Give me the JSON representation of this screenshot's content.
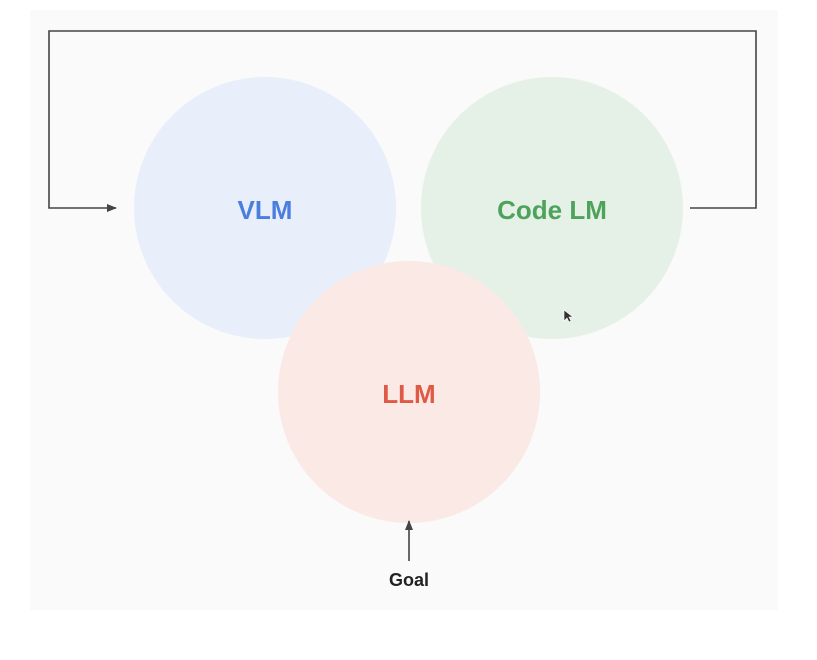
{
  "diagram": {
    "nodes": [
      {
        "id": "vlm",
        "label": "VLM",
        "fill_color": "#e8effa",
        "text_color": "#4a7fe0"
      },
      {
        "id": "code-lm",
        "label": "Code LM",
        "fill_color": "#e5f1e6",
        "text_color": "#4ea35c"
      },
      {
        "id": "llm",
        "label": "LLM",
        "fill_color": "#fbe9e6",
        "text_color": "#df5a45"
      }
    ],
    "input": {
      "label": "Goal"
    },
    "edges": [
      {
        "from": "code-lm",
        "to": "vlm",
        "type": "feedback-loop"
      },
      {
        "from": "goal",
        "to": "llm",
        "type": "input"
      }
    ],
    "colors": {
      "line": "#444444",
      "background": "#fafafb"
    }
  }
}
